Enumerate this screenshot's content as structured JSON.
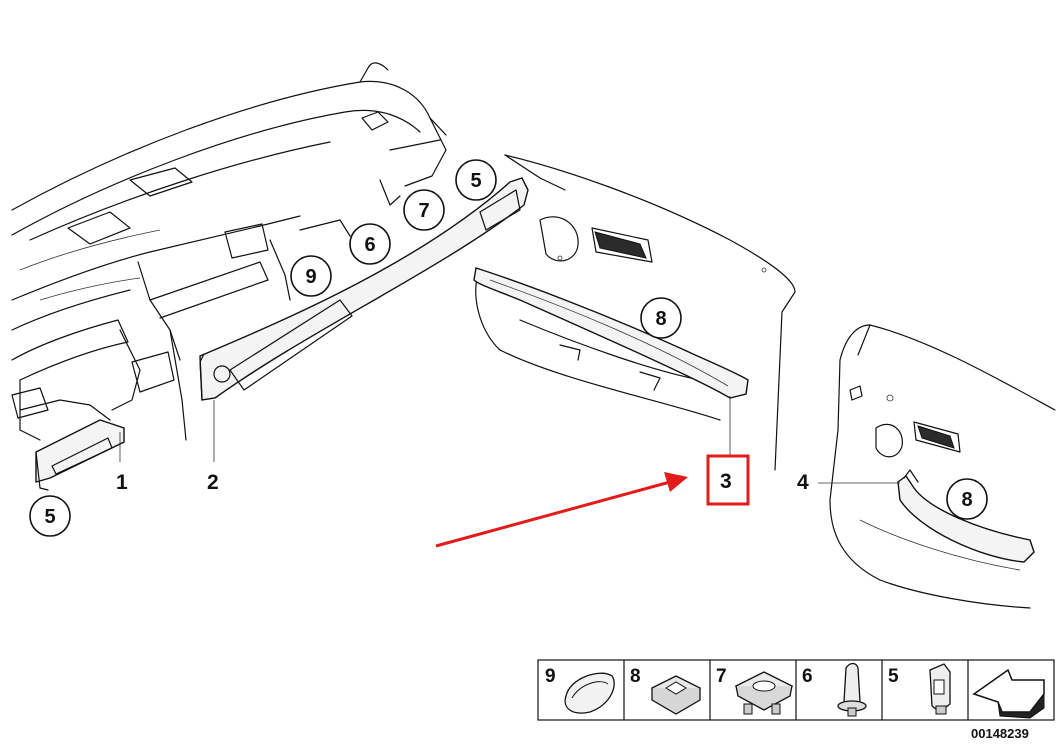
{
  "callouts": {
    "c1": "1",
    "c2": "2",
    "c3": "3",
    "c4": "4"
  },
  "circled": {
    "dash_5_left": "5",
    "dash_5_right": "5",
    "dash_7": "7",
    "dash_6": "6",
    "dash_9": "9",
    "door_front_8": "8",
    "door_rear_8": "8"
  },
  "legend": {
    "items": [
      "9",
      "8",
      "7",
      "6",
      "5"
    ]
  },
  "reference_number": "00148239",
  "colors": {
    "highlight": "#e21b1b",
    "line": "#111111"
  }
}
